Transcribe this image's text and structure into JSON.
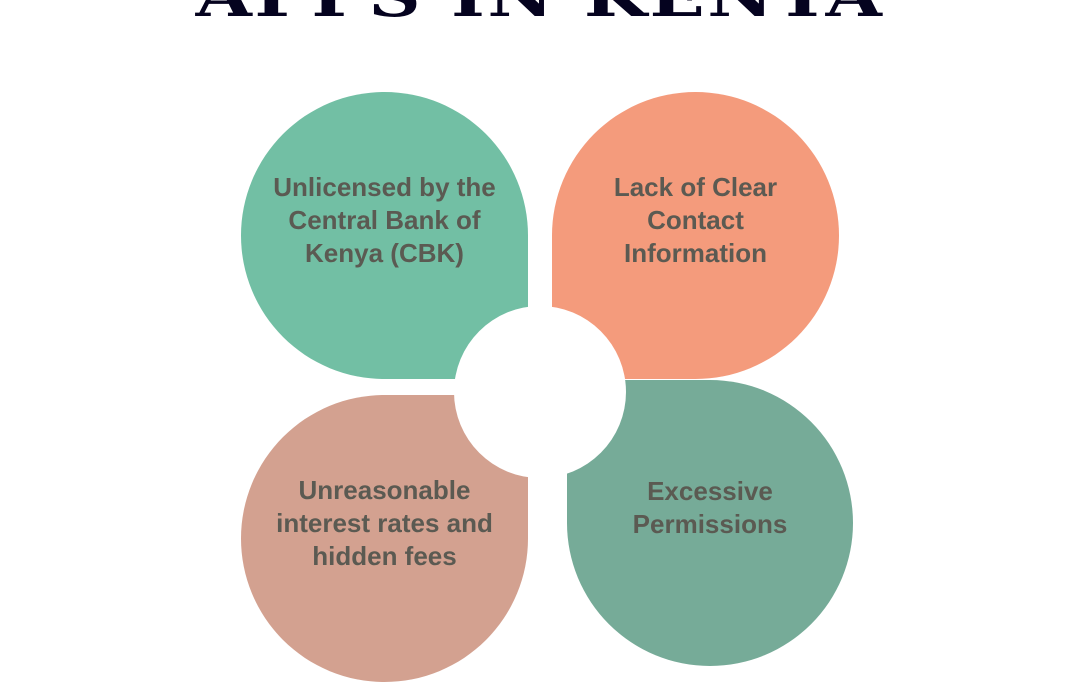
{
  "title": "APPS IN KENYA",
  "items": [
    {
      "label": "Unlicensed by the Central Bank of Kenya (CBK)",
      "color": "#72bfa4"
    },
    {
      "label": "Lack of Clear Contact Information",
      "color": "#f49b7c"
    },
    {
      "label": "Unreasonable interest rates and hidden fees",
      "color": "#d3a190"
    },
    {
      "label": "Excessive Permissions",
      "color": "#76ab98"
    }
  ]
}
